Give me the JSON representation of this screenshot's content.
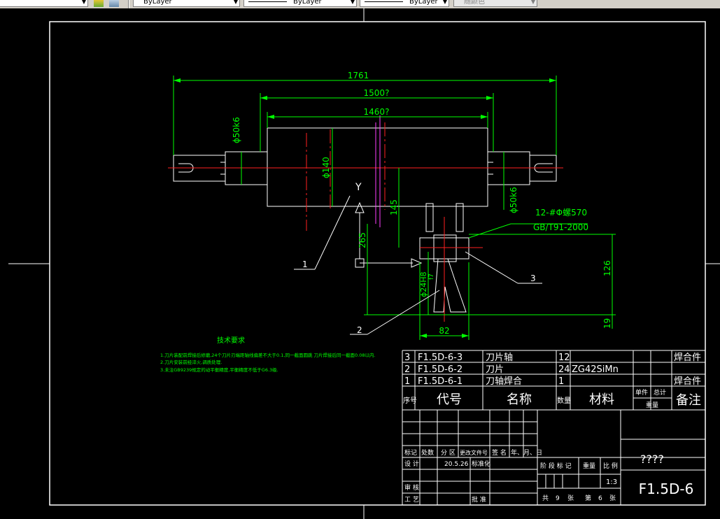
{
  "toolbar": {
    "combo1_value": "ByLayer",
    "combo2_value": "ByLayer",
    "combo3_value": "ByLayer",
    "combo4_value": "随颜色",
    "icons": [
      "layer-icon",
      "layer-states-icon"
    ]
  },
  "dimensions": {
    "overall": "1761",
    "body_length": "1500?",
    "cylinder_length": "1460?",
    "shaft_dia_left": "ϕ50k6",
    "shaft_dia_right": "ϕ50k6",
    "cylinder_dia": "ϕ140",
    "d145": "145",
    "d265": "265",
    "d126": "126",
    "d19": "19",
    "d82": "82",
    "blade_dia": "ϕ24H8",
    "blade_dia_sub": "f7"
  },
  "annotations": {
    "bolt_spec": "12-#Φ螺570",
    "bolt_standard": "GB/T91-2000",
    "axis_y": "Y",
    "callout_1": "1",
    "callout_2": "2",
    "callout_3": "3"
  },
  "notes": {
    "title": "技术要求",
    "lines": [
      "1.刀片装配前焊接后修磨,24个刀片刃端距轴线偏差不大于0.1,同一截面圆跳 刀片焊接后同一截面0.08以内.",
      "2.刀片安装前经淬火,调质处理.",
      "3.未注GB9239规定的动平衡精度,平衡精度不低于G6.3级."
    ]
  },
  "bom": {
    "rows": [
      {
        "seq": "3",
        "code": "F1.5D-6-3",
        "name": "刀片轴",
        "qty": "12",
        "material": "",
        "remark": "焊合件"
      },
      {
        "seq": "2",
        "code": "F1.5D-6-2",
        "name": "刀片",
        "qty": "24",
        "material": "ZG42SiMn",
        "remark": ""
      },
      {
        "seq": "1",
        "code": "F1.5D-6-1",
        "name": "刀轴焊合",
        "qty": "1",
        "material": "",
        "remark": "焊合件"
      }
    ],
    "header": {
      "seq": "序号",
      "code": "代号",
      "name": "名称",
      "qty": "数量",
      "material": "材料",
      "unit": "单件",
      "total": "总计",
      "weight": "重量",
      "remark": "备注"
    }
  },
  "title_block": {
    "mark_row": [
      "标记",
      "处数",
      "分 区",
      "更改文件号",
      "签 名",
      "年、月、日"
    ],
    "design": "设 计",
    "design_date": "20.5.26",
    "standard": "标准化",
    "stage_mark": "阶 段 标 记",
    "weight": "重量",
    "scale": "比 例",
    "scale_value": "1:3",
    "review": "审 核",
    "process": "工 艺",
    "approve": "批 准",
    "sheets": "共",
    "sheets_total": "9",
    "sheet_unit": "张",
    "sheet_no_label": "第",
    "sheet_no": "6",
    "sheet_no_unit": "张",
    "drawing_name": "????",
    "drawing_code": "F1.5D-6"
  }
}
